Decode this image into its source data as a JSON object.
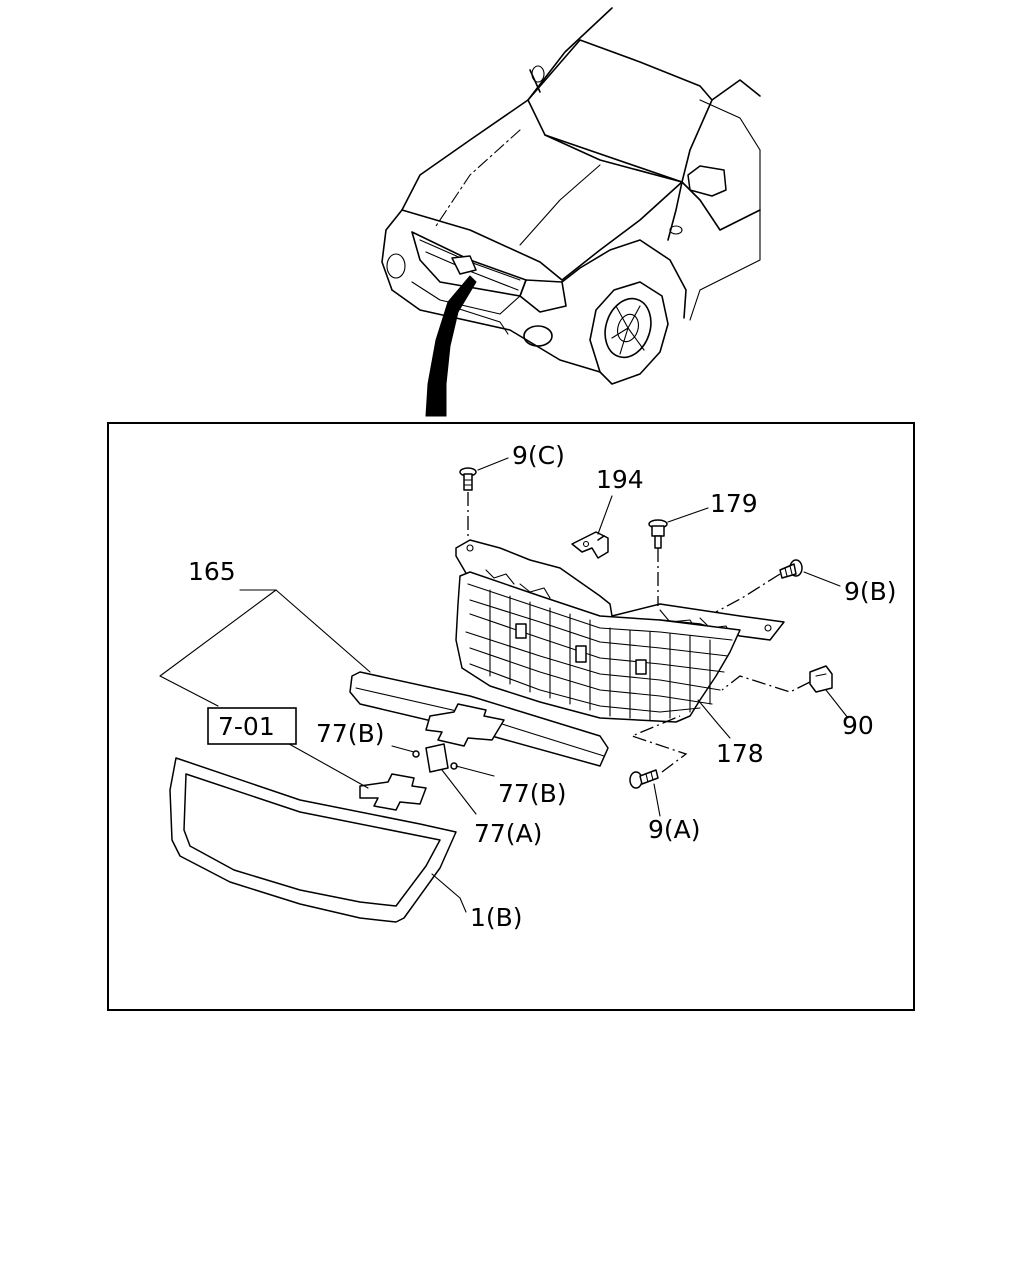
{
  "callouts": {
    "c_165": "165",
    "c_7_01": "7-01",
    "c_77b_1": "77(B)",
    "c_77b_2": "77(B)",
    "c_77a": "77(A)",
    "c_1b": "1(B)",
    "c_9c": "9(C)",
    "c_194": "194",
    "c_179": "179",
    "c_9b": "9(B)",
    "c_90": "90",
    "c_178": "178",
    "c_9a": "9(A)"
  }
}
